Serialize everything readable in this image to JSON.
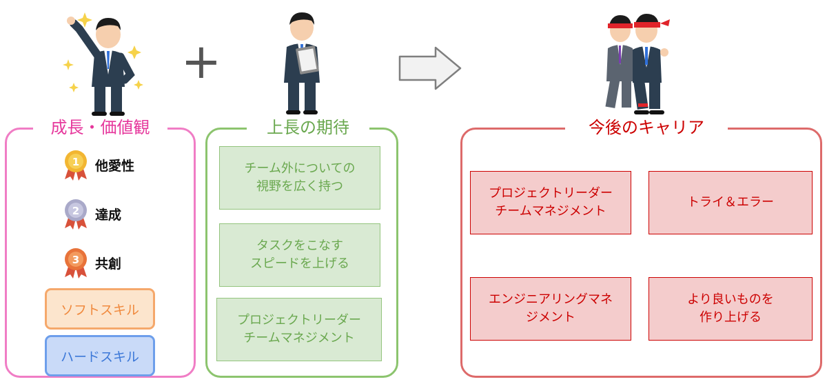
{
  "left": {
    "title": "成長・価値観",
    "values": [
      {
        "rank": "1",
        "label": "他愛性"
      },
      {
        "rank": "2",
        "label": "達成"
      },
      {
        "rank": "3",
        "label": "共創"
      }
    ],
    "skills": [
      "ソフトスキル",
      "ハードスキル"
    ]
  },
  "plus": "+",
  "middle": {
    "title": "上長の期待",
    "items": [
      "チーム外についての\n視野を広く持つ",
      "タスクをこなす\nスピードを上げる",
      "プロジェクトリーダー\nチームマネジメント"
    ]
  },
  "right": {
    "title": "今後のキャリア",
    "items": [
      "プロジェクトリーダー\nチームマネジメント",
      "トライ＆エラー",
      "エンジニアリングマネ\nジメント",
      "より良いものを\n作り上げる"
    ]
  },
  "colors": {
    "pink": "#f07dc5",
    "green": "#8cc46e",
    "red": "#dd6a6a",
    "orange": "#f5a86b",
    "blue": "#6d9eeb"
  }
}
